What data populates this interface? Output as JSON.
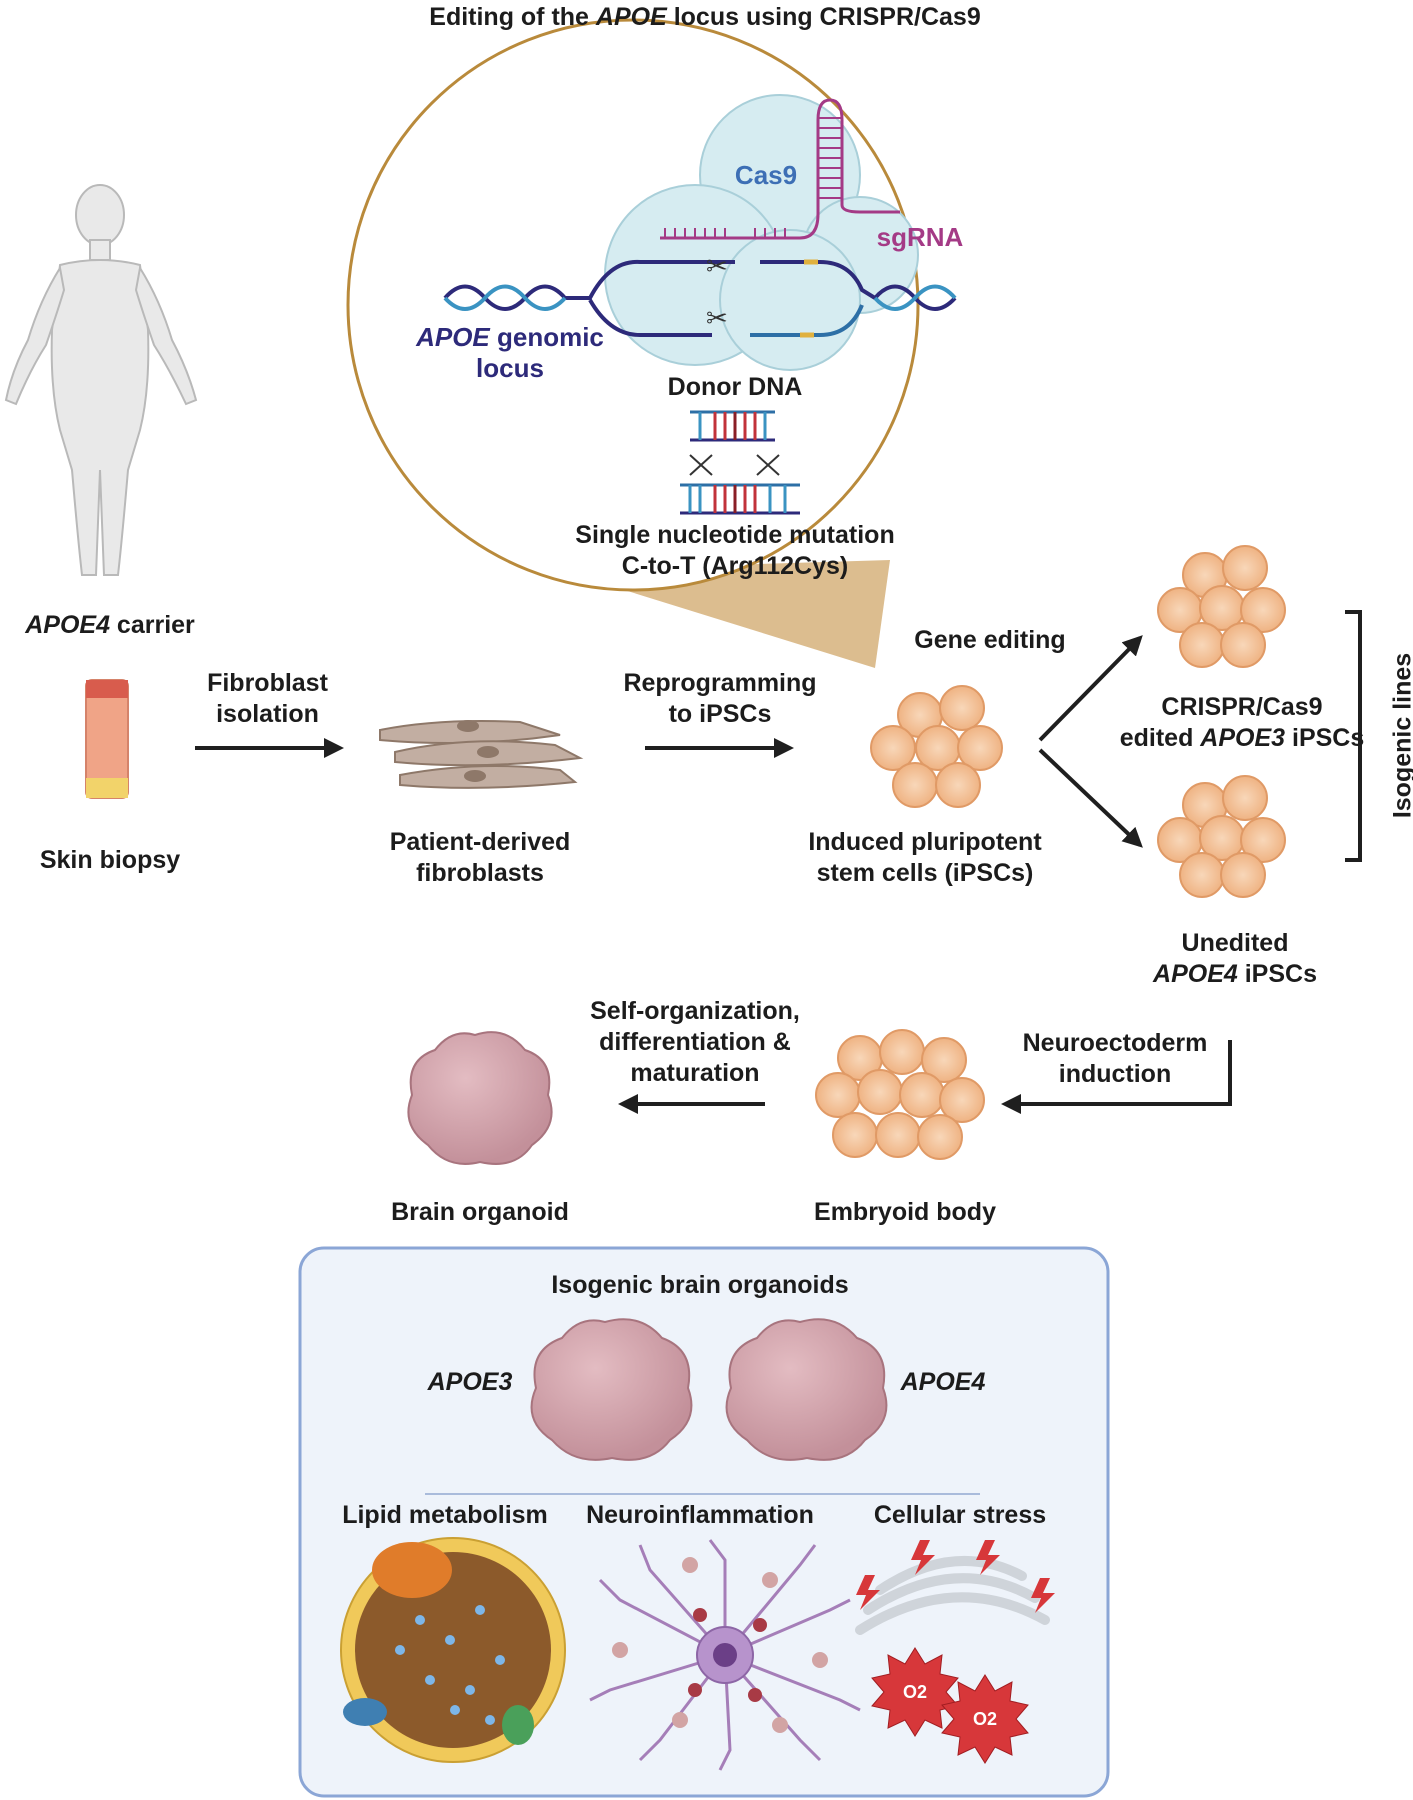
{
  "title": {
    "pre": "Editing of the ",
    "italic": "APOE",
    "post": " locus using CRISPR/Cas9"
  },
  "crispr": {
    "cas9": "Cas9",
    "sgrna": "sgRNA",
    "locus_italic": "APOE",
    "locus_rest": " genomic",
    "locus_line2": "locus",
    "donor": "Donor DNA",
    "mutation_line1": "Single nucleotide mutation",
    "mutation_line2": "C-to-T (Arg112Cys)"
  },
  "workflow": {
    "carrier_italic": "APOE4",
    "carrier_rest": " carrier",
    "skin_biopsy": "Skin biopsy",
    "fibroblast_isolation_1": "Fibroblast",
    "fibroblast_isolation_2": "isolation",
    "fibroblasts_1": "Patient-derived",
    "fibroblasts_2": "fibroblasts",
    "reprogramming_1": "Reprogramming",
    "reprogramming_2": "to iPSCs",
    "ipsc_1": "Induced pluripotent",
    "ipsc_2": "stem cells (iPSCs)",
    "gene_editing": "Gene editing",
    "edited_1": "CRISPR/Cas9",
    "edited_2_pre": "edited ",
    "edited_2_italic": "APOE3",
    "edited_2_post": " iPSCs",
    "unedited_1": "Unedited",
    "unedited_2_italic": "APOE4",
    "unedited_2_post": " iPSCs",
    "isogenic_lines": "Isogenic lines",
    "neuro_1": "Neuroectoderm",
    "neuro_2": "induction",
    "embryoid_body": "Embryoid body",
    "self_org_1": "Self-organization,",
    "self_org_2": "differentiation &",
    "self_org_3": "maturation",
    "brain_organoid": "Brain organoid"
  },
  "panel": {
    "title": "Isogenic brain organoids",
    "apoe3": "APOE3",
    "apoe4": "APOE4",
    "lipid": "Lipid metabolism",
    "neuroinflammation": "Neuroinflammation",
    "stress": "Cellular stress",
    "superoxide": "O2"
  },
  "colors": {
    "zoom_border": "#b98a3b",
    "cas9_fill": "#d6ecf1",
    "sgrna": "#a43a86",
    "dna_navy": "#2d2a7a",
    "cell_fill": "#f6c9a2",
    "organoid": "#d4a3ac",
    "panel_bg": "#eef3fa",
    "panel_border": "#8ba6d6"
  }
}
